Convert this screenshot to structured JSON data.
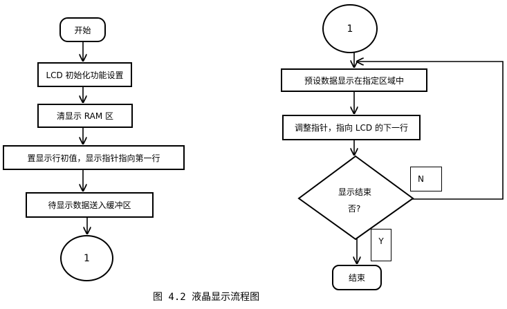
{
  "left_flow": {
    "start": "开始",
    "step1": "LCD 初始化功能设置",
    "step2": "清显示 RAM 区",
    "step3": "置显示行初值，显示指针指向第一行",
    "step4": "待显示数据送入缓冲区",
    "connector_out": "1"
  },
  "right_flow": {
    "connector_in": "1",
    "step1": "预设数据显示在指定区域中",
    "step2": "调整指针，指向 LCD 的下一行",
    "decision_line1": "显示结束",
    "decision_line2": "否?",
    "label_no": "N",
    "label_yes": "Y",
    "end": "结束"
  },
  "caption": "图 4.2 液晶显示流程图"
}
